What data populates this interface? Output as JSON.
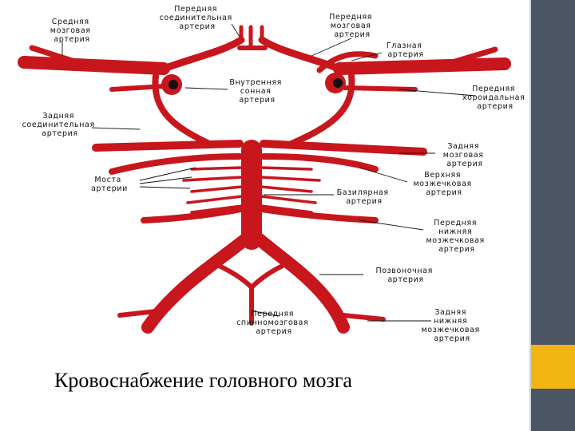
{
  "caption": "Кровоснабжение головного мозга",
  "colors": {
    "artery": "#c8161d",
    "sidebar": "#4b5563",
    "accent": "#f2b514",
    "text": "#111111"
  },
  "labels": {
    "middle_cerebral": [
      "Средняя",
      "мозговая",
      "артерия"
    ],
    "anterior_communicating": [
      "Передняя",
      "соединительная",
      "артерия"
    ],
    "anterior_cerebral": [
      "Передняя",
      "мозговая",
      "артерия"
    ],
    "ophthalmic": [
      "Глазная",
      "артерия"
    ],
    "internal_carotid": [
      "Внутренняя",
      "сонная",
      "артерия"
    ],
    "anterior_choroidal": [
      "Передняя",
      "хороидальная",
      "артерия"
    ],
    "posterior_communicating": [
      "Задняя",
      "соединительная",
      "артерия"
    ],
    "posterior_cerebral": [
      "Задняя",
      "мозговая",
      "артерия"
    ],
    "superior_cerebellar": [
      "Верхняя",
      "мозжечковая",
      "артерия"
    ],
    "pontine": [
      "Моста",
      "артерии"
    ],
    "basilar": [
      "Базилярная",
      "артерия"
    ],
    "anterior_inferior_cerebellar": [
      "Передняя",
      "нижняя",
      "мозжечковая",
      "артерия"
    ],
    "vertebral": [
      "Позвоночная",
      "артерия"
    ],
    "anterior_spinal": [
      "Передняя",
      "спинномозговая",
      "артерия"
    ],
    "posterior_inferior_cerebellar": [
      "Задняя",
      "нижняя",
      "мозжечковая",
      "артерия"
    ]
  }
}
